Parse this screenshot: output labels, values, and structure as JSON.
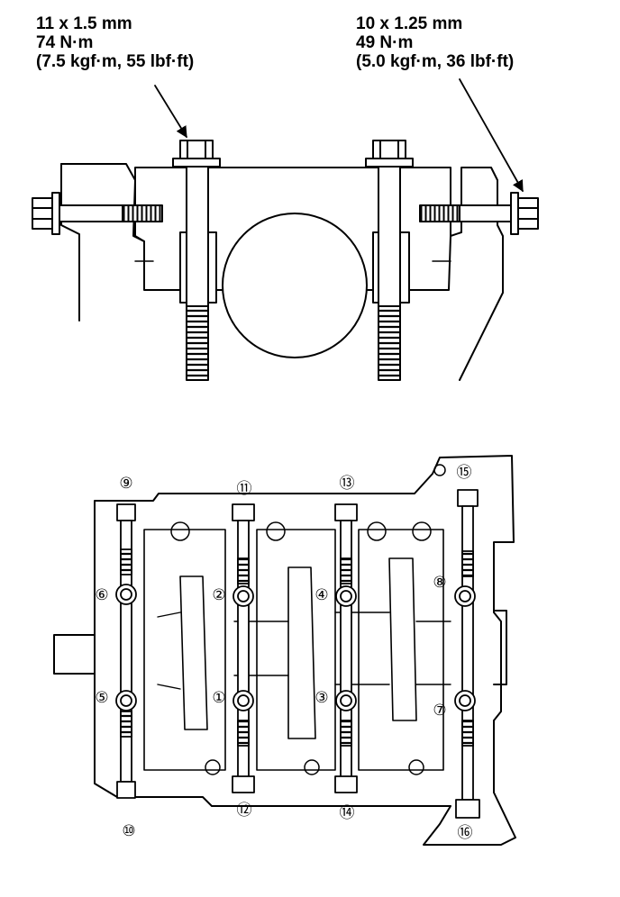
{
  "specs": {
    "left": {
      "size": "11 x 1.5 mm",
      "torque_nm": "74 N·m",
      "torque_alt": "(7.5 kgf·m, 55 lbf·ft)"
    },
    "right": {
      "size": "10 x 1.25 mm",
      "torque_nm": "49 N·m",
      "torque_alt": "(5.0 kgf·m, 36 lbf·ft)"
    }
  },
  "sequence_labels": [
    "①",
    "②",
    "③",
    "④",
    "⑤",
    "⑥",
    "⑦",
    "⑧",
    "⑨",
    "⑩",
    "⑪",
    "⑫",
    "⑬",
    "⑭",
    "⑮",
    "⑯"
  ],
  "colors": {
    "line": "#000000",
    "background": "#ffffff"
  }
}
